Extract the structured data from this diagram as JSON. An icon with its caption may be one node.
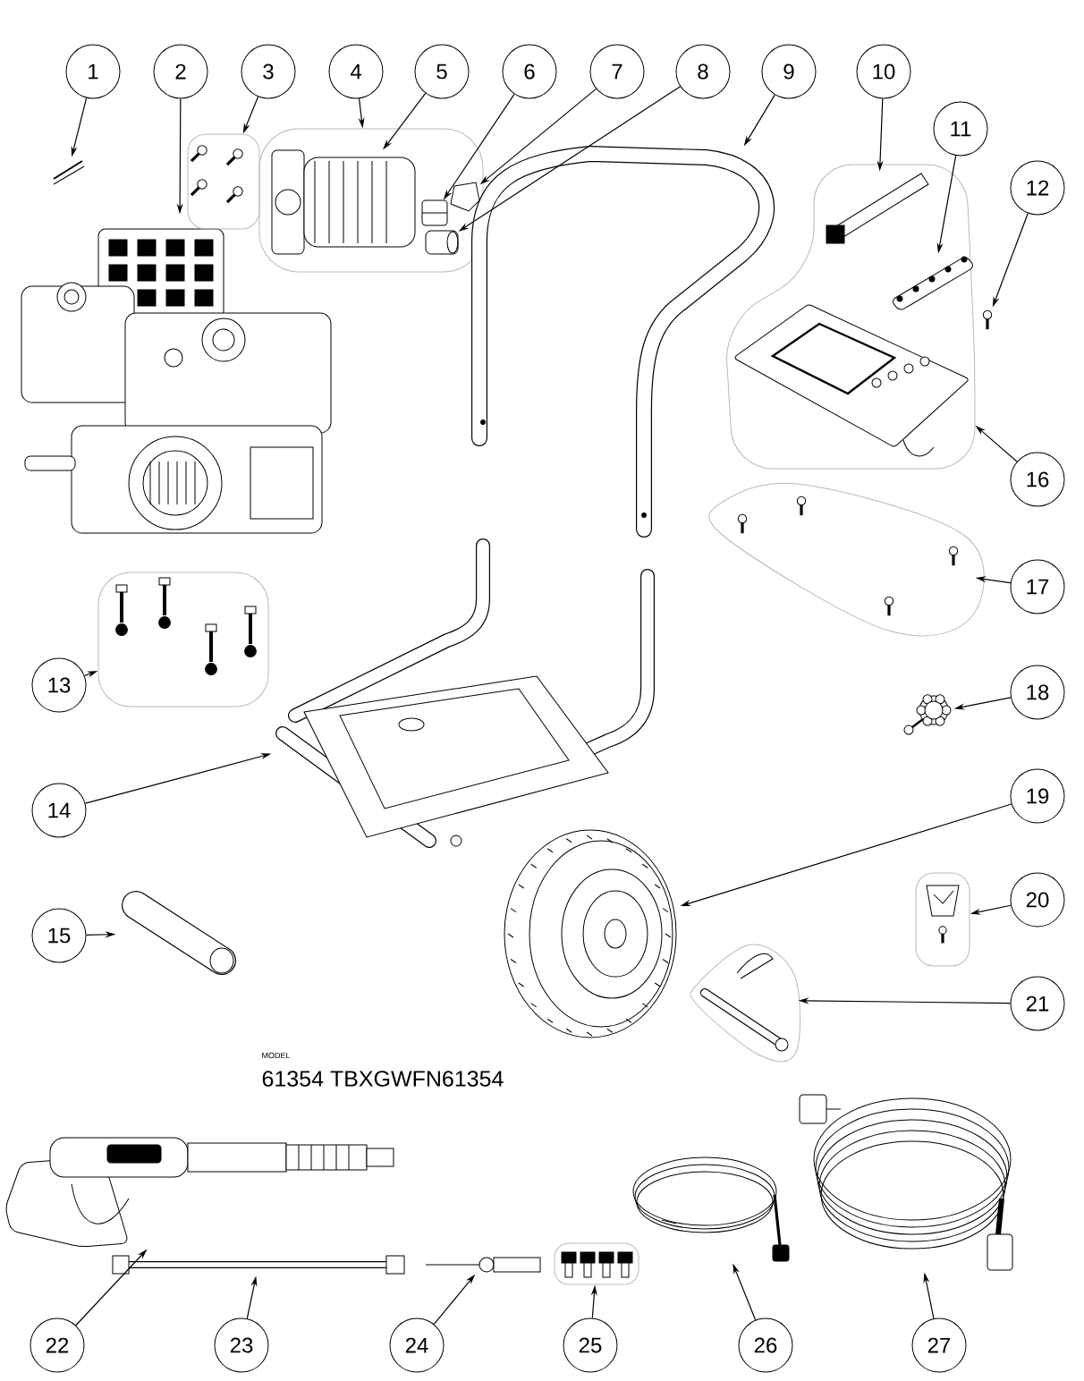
{
  "diagram": {
    "nodes": [
      {
        "text": [
          "1"
        ]
      },
      {
        "text": [
          "2"
        ]
      },
      {
        "text": [
          "3"
        ]
      },
      {
        "text": [
          "4"
        ]
      },
      {
        "text": [
          "5"
        ]
      },
      {
        "text": [
          "6"
        ]
      },
      {
        "text": [
          "7"
        ]
      },
      {
        "text": [
          "8"
        ]
      },
      {
        "text": [
          "9"
        ]
      },
      {
        "text": [
          "10"
        ]
      },
      {
        "text": [
          "11"
        ]
      },
      {
        "text": [
          "12"
        ]
      },
      {
        "text": [
          "13"
        ]
      },
      {
        "text": [
          "14"
        ]
      },
      {
        "text": [
          "15"
        ]
      },
      {
        "text": [
          "16"
        ]
      },
      {
        "text": [
          "17"
        ]
      },
      {
        "text": [
          "18"
        ]
      },
      {
        "text": [
          "19"
        ]
      },
      {
        "text": [
          "20"
        ]
      },
      {
        "text": [
          "21"
        ]
      },
      {
        "text": [
          "22"
        ]
      },
      {
        "text": [
          "23"
        ]
      },
      {
        "text": [
          "24"
        ]
      },
      {
        "text": [
          "25"
        ]
      },
      {
        "text": [
          "26"
        ]
      },
      {
        "text": [
          "27"
        ]
      },
      {
        "text": [],
        "shape": "picture"
      },
      {
        "text": [],
        "shape": "picture"
      },
      {
        "text": [],
        "shape": "picture"
      },
      {
        "text": [],
        "shape": "picture"
      },
      {
        "text": [],
        "shape": "picture",
        "in": 30
      },
      {
        "text": [],
        "shape": "picture",
        "in": 30
      },
      {
        "text": [],
        "shape": "picture",
        "in": 30
      },
      {
        "text": [],
        "shape": "picture",
        "in": 30
      },
      {
        "text": [],
        "shape": "picture"
      },
      {
        "text": [],
        "shape": "picture"
      },
      {
        "text": [],
        "shape": "picture",
        "in": 36
      },
      {
        "text": [],
        "shape": "picture",
        "in": 36
      },
      {
        "text": [],
        "shape": "picture"
      },
      {
        "text": [],
        "shape": "picture"
      },
      {
        "text": [],
        "shape": "picture"
      },
      {
        "text": [],
        "shape": "picture"
      },
      {
        "text": [],
        "shape": "picture"
      },
      {
        "text": [],
        "shape": "picture"
      },
      {
        "text": [],
        "shape": "picture"
      },
      {
        "text": [],
        "shape": "picture"
      },
      {
        "text": [],
        "shape": "picture"
      },
      {
        "text": [],
        "shape": "picture"
      },
      {
        "text": [],
        "shape": "picture"
      },
      {
        "text": [],
        "shape": "picture"
      },
      {
        "text": [],
        "shape": "picture"
      },
      {
        "text": [],
        "shape": "picture"
      },
      {
        "text": [],
        "shape": "picture"
      }
    ],
    "edges": [
      {
        "from": 0,
        "to": 27,
        "arrow": "to"
      },
      {
        "from": 1,
        "to": 28,
        "arrow": "to"
      },
      {
        "from": 2,
        "to": 29,
        "arrow": "to"
      },
      {
        "from": 3,
        "to": 30,
        "arrow": "to"
      },
      {
        "from": 4,
        "to": 31,
        "arrow": "to"
      },
      {
        "from": 5,
        "to": 32,
        "arrow": "to"
      },
      {
        "from": 6,
        "to": 33,
        "arrow": "to"
      },
      {
        "from": 7,
        "to": 34,
        "arrow": "to"
      },
      {
        "from": 8,
        "to": 35,
        "arrow": "to"
      },
      {
        "from": 9,
        "to": 37,
        "arrow": "to"
      },
      {
        "from": 10,
        "to": 38,
        "arrow": "to"
      },
      {
        "from": 11,
        "to": 39,
        "arrow": "to"
      },
      {
        "from": 12,
        "to": 40,
        "arrow": "to"
      },
      {
        "from": 13,
        "to": 41,
        "arrow": "to"
      },
      {
        "from": 14,
        "to": 42,
        "arrow": "to"
      },
      {
        "from": 15,
        "to": 36,
        "arrow": "to"
      },
      {
        "from": 16,
        "to": 43,
        "arrow": "to"
      },
      {
        "from": 17,
        "to": 44,
        "arrow": "to"
      },
      {
        "from": 18,
        "to": 45,
        "arrow": "to"
      },
      {
        "from": 19,
        "to": 46,
        "arrow": "to"
      },
      {
        "from": 20,
        "to": 47,
        "arrow": "to"
      },
      {
        "from": 21,
        "to": 48,
        "arrow": "to"
      },
      {
        "from": 22,
        "to": 49,
        "arrow": "to"
      },
      {
        "from": 23,
        "to": 50,
        "arrow": "to"
      },
      {
        "from": 24,
        "to": 51,
        "arrow": "to"
      },
      {
        "from": 25,
        "to": 52,
        "arrow": "to"
      },
      {
        "from": 26,
        "to": 53,
        "arrow": "to"
      }
    ],
    "labels": [
      "MODEL",
      "61354 TBXGWFN61354"
    ]
  }
}
